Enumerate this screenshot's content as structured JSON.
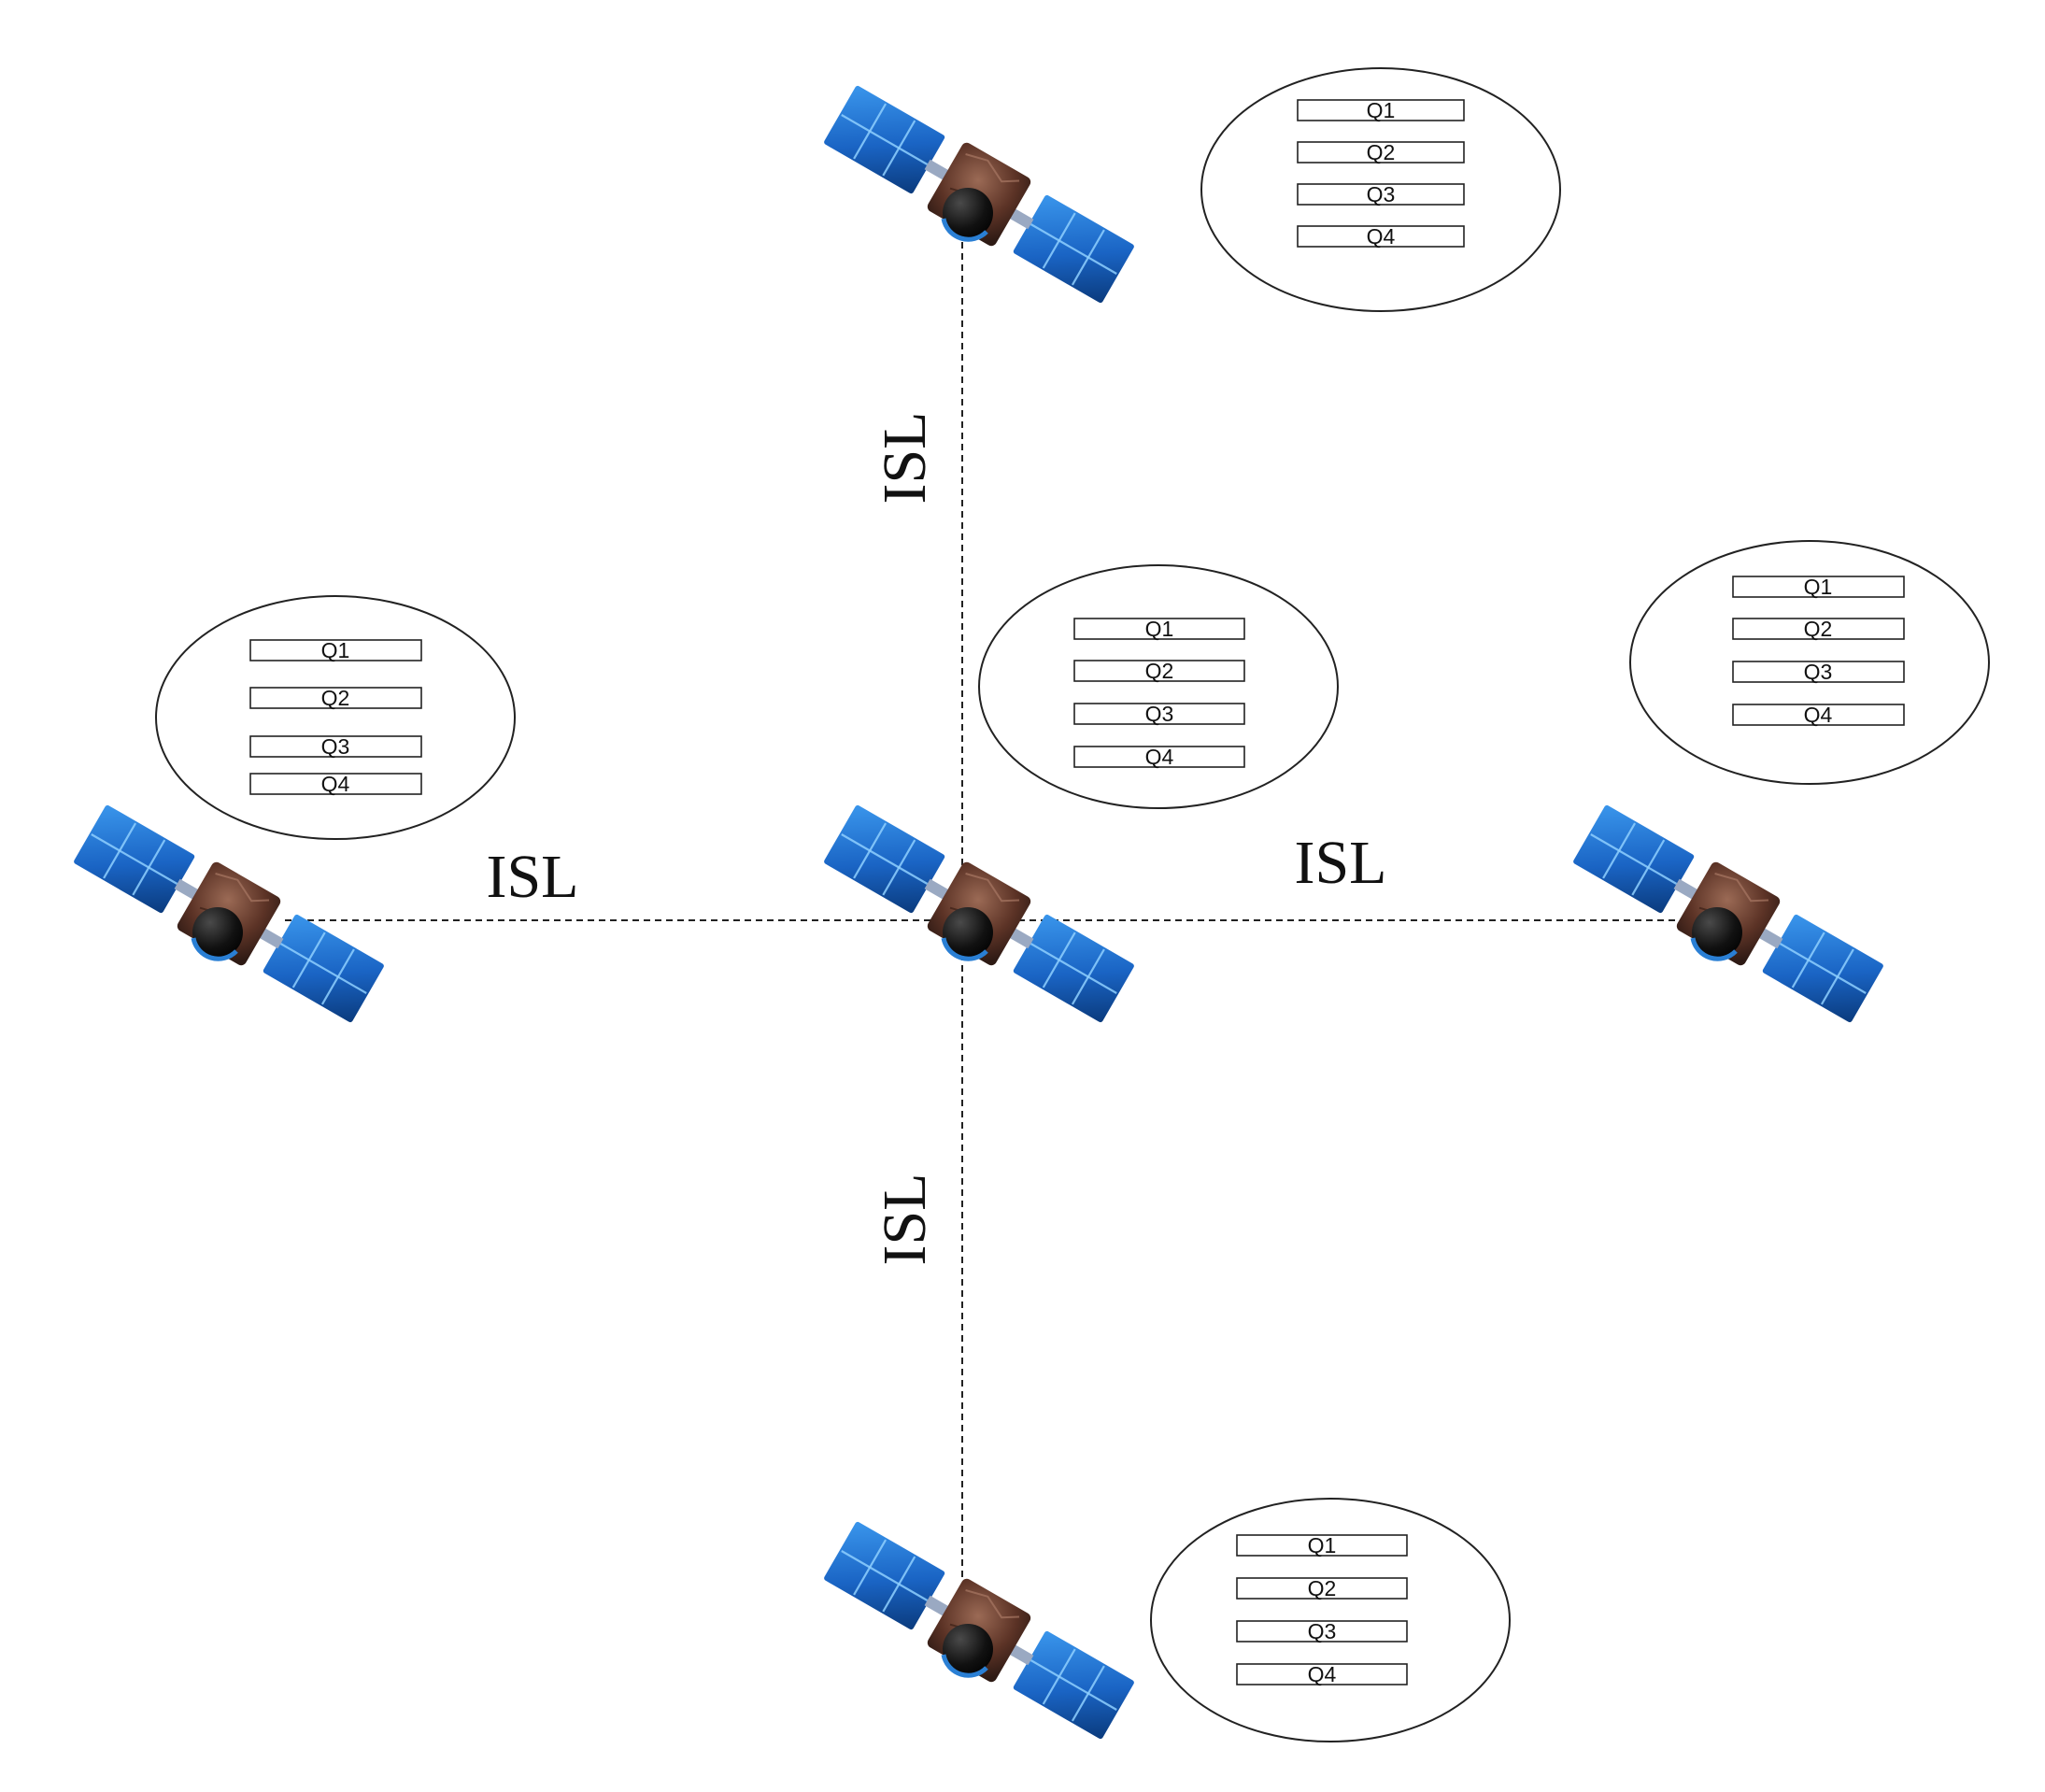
{
  "link_label": "ISL",
  "queue_labels": [
    "Q1",
    "Q2",
    "Q3",
    "Q4"
  ],
  "links": [
    {
      "id": "link-top",
      "label": "ISL"
    },
    {
      "id": "link-left",
      "label": "ISL"
    },
    {
      "id": "link-right",
      "label": "ISL"
    },
    {
      "id": "link-bottom",
      "label": "ISL"
    }
  ],
  "satellites": [
    {
      "id": "top",
      "queues": [
        "Q1",
        "Q2",
        "Q3",
        "Q4"
      ]
    },
    {
      "id": "center",
      "queues": [
        "Q1",
        "Q2",
        "Q3",
        "Q4"
      ]
    },
    {
      "id": "left",
      "queues": [
        "Q1",
        "Q2",
        "Q3",
        "Q4"
      ]
    },
    {
      "id": "right",
      "queues": [
        "Q1",
        "Q2",
        "Q3",
        "Q4"
      ]
    },
    {
      "id": "bottom",
      "queues": [
        "Q1",
        "Q2",
        "Q3",
        "Q4"
      ]
    }
  ],
  "colors": {
    "panel": "#1f6fd0",
    "panel_dark": "#0b3f86",
    "body": "#6b3a2a",
    "dish": "#111111",
    "line": "#222222"
  }
}
